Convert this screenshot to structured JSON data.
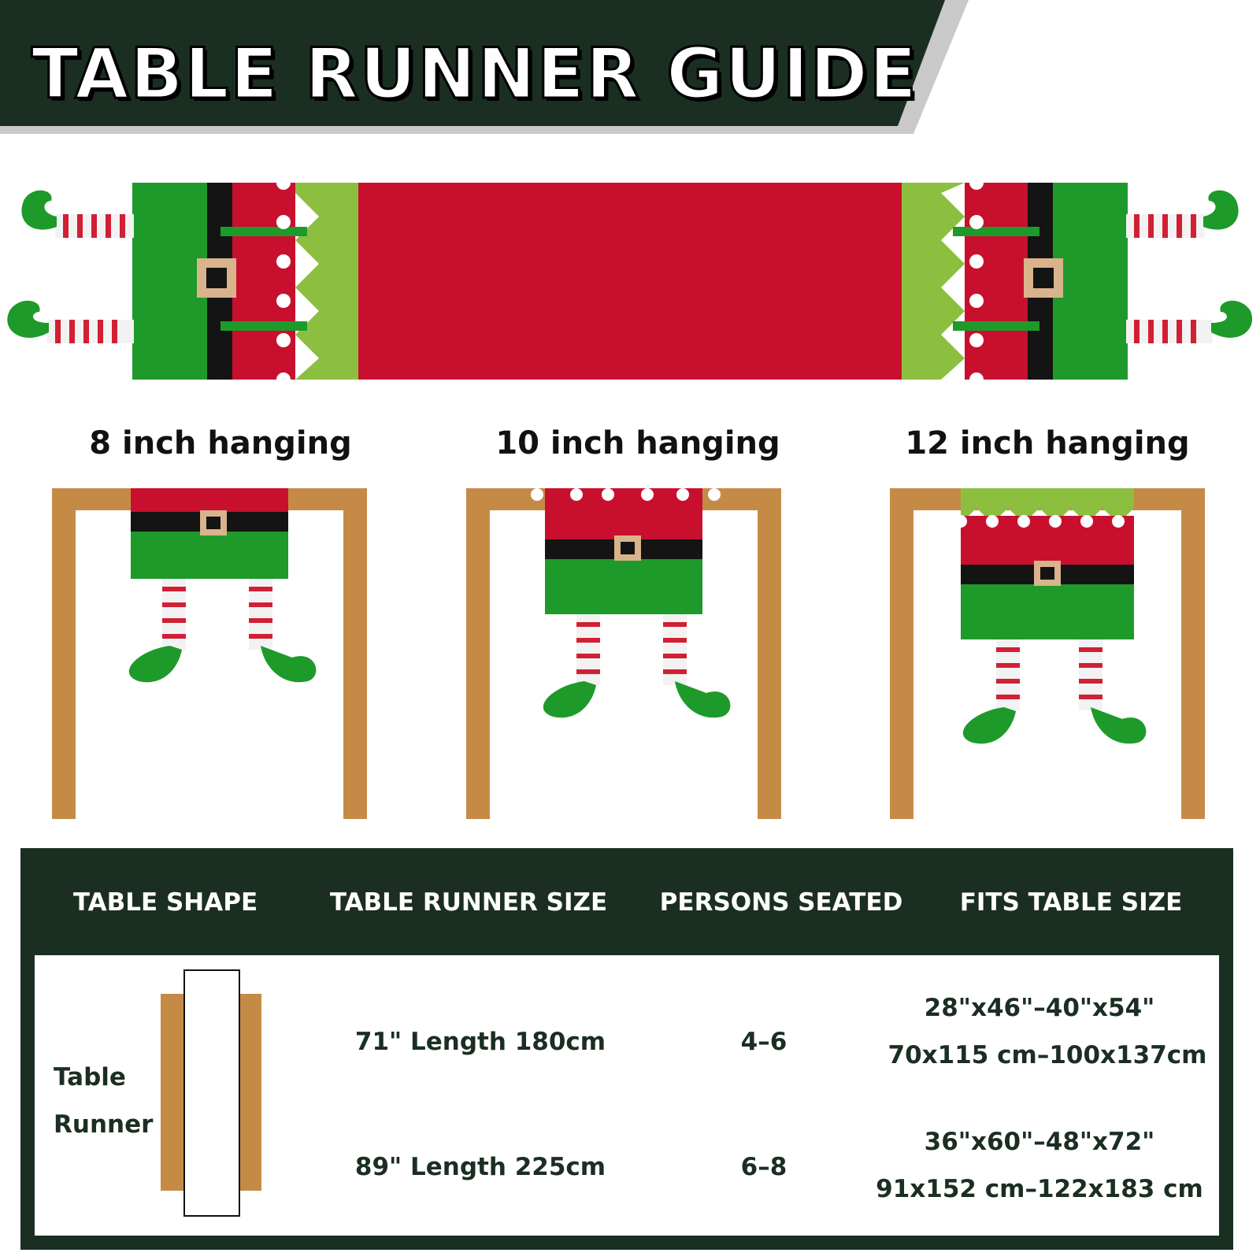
{
  "title": "TABLE RUNNER GUIDE",
  "colors": {
    "dark_green": "#1b2e22",
    "runner_red": "#c8102e",
    "elf_green": "#1e9a2a",
    "lime": "#8cbf3f",
    "wood": "#c68a47"
  },
  "hanging_options": [
    {
      "label": "8 inch hanging"
    },
    {
      "label": "10 inch hanging"
    },
    {
      "label": "12 inch hanging"
    }
  ],
  "table": {
    "headers": [
      "TABLE SHAPE",
      "TABLE RUNNER SIZE",
      "PERSONS SEATED",
      "FITS TABLE SIZE"
    ],
    "shape_label_line1": "Table",
    "shape_label_line2": "Runner",
    "rows": [
      {
        "size": "71\" Length 180cm",
        "persons": "4–6",
        "fits_in": "28\"x46\"–40\"x54\"",
        "fits_cm": "70x115 cm–100x137cm"
      },
      {
        "size": "89\" Length 225cm",
        "persons": "6–8",
        "fits_in": "36\"x60\"–48\"x72\"",
        "fits_cm": "91x152 cm–122x183 cm"
      }
    ]
  }
}
